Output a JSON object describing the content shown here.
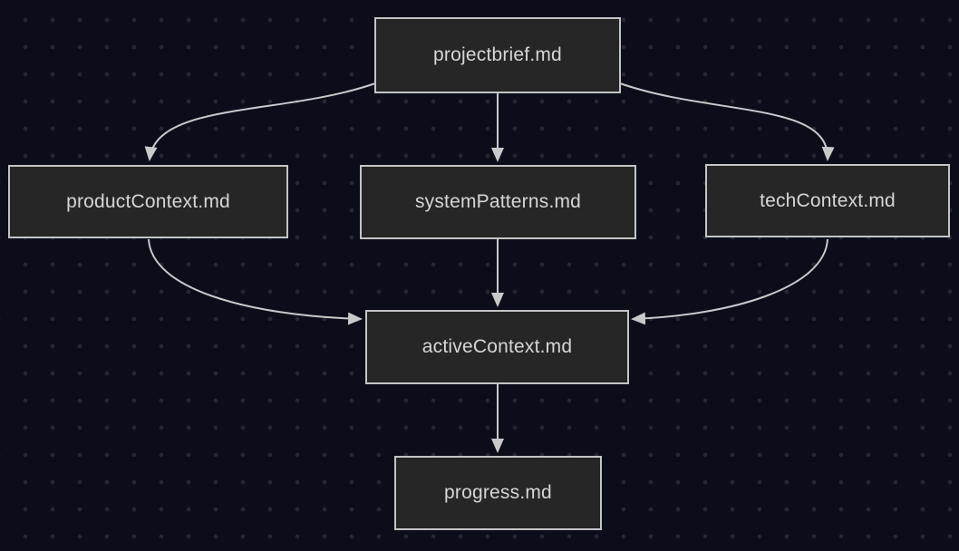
{
  "diagram": {
    "type": "flowchart",
    "direction": "top-down",
    "nodes": {
      "projectbrief": {
        "label": "projectbrief.md"
      },
      "productContext": {
        "label": "productContext.md"
      },
      "systemPatterns": {
        "label": "systemPatterns.md"
      },
      "techContext": {
        "label": "techContext.md"
      },
      "activeContext": {
        "label": "activeContext.md"
      },
      "progress": {
        "label": "progress.md"
      }
    },
    "edges": [
      {
        "from": "projectbrief",
        "to": "productContext"
      },
      {
        "from": "projectbrief",
        "to": "systemPatterns"
      },
      {
        "from": "projectbrief",
        "to": "techContext"
      },
      {
        "from": "productContext",
        "to": "activeContext"
      },
      {
        "from": "systemPatterns",
        "to": "activeContext"
      },
      {
        "from": "techContext",
        "to": "activeContext"
      },
      {
        "from": "activeContext",
        "to": "progress"
      }
    ],
    "colors": {
      "background": "#0b0e1a",
      "grid_dot": "#262734",
      "node_fill": "#262626",
      "node_border": "#c4c4c4",
      "node_text": "#d6d6d6",
      "edge_line": "#c9c9c9",
      "arrowhead": "#c9c9c9"
    }
  }
}
